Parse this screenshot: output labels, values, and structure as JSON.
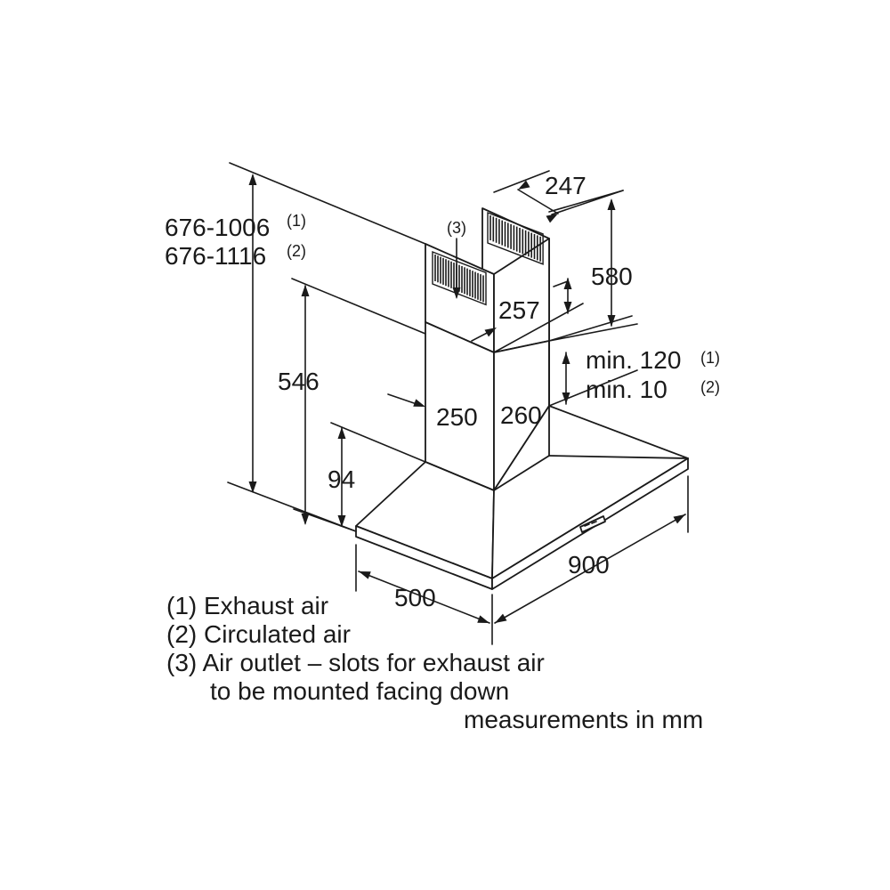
{
  "dimensions": {
    "total_height_1": "676-1006",
    "total_height_1_note": "(1)",
    "total_height_2": "676-1116",
    "total_height_2_note": "(2)",
    "lower_chimney_height": "546",
    "hood_height": "94",
    "chimney_width_side": "250",
    "chimney_width_front": "260",
    "upper_chimney_depth": "247",
    "upper_chimney_height": "580",
    "upper_chimney_width": "257",
    "min_clearance_1": "min. 120",
    "min_clearance_1_note": "(1)",
    "min_clearance_2": "min. 10",
    "min_clearance_2_note": "(2)",
    "hood_width": "900",
    "hood_depth": "500",
    "air_outlet_note": "(3)"
  },
  "legend": {
    "item1": "(1) Exhaust air",
    "item2": "(2) Circulated air",
    "item3_line1": "(3) Air outlet – slots for exhaust air",
    "item3_line2": "to be mounted facing down",
    "units": "measurements in mm"
  }
}
